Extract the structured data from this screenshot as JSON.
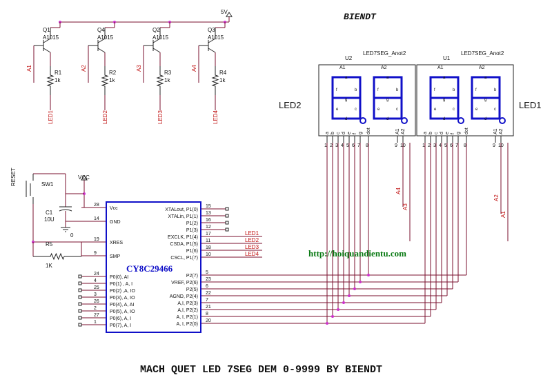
{
  "title_top": "BIENDT",
  "footer": "MACH QUET LED 7SEG DEM 0-9999 BY BIENDT",
  "website": "http://hoiquandientu.com",
  "supply": {
    "v5": "5V",
    "vcc": "VCC"
  },
  "transistors": [
    {
      "ref": "Q1",
      "part": "A1015",
      "net": "A1",
      "res": "R1",
      "val": "1k",
      "led": "LED1"
    },
    {
      "ref": "Q4",
      "part": "A1015",
      "net": "A2",
      "res": "R2",
      "val": "1k",
      "led": "LED2"
    },
    {
      "ref": "Q2",
      "part": "A1015",
      "net": "A3",
      "res": "R3",
      "val": "1k",
      "led": "LED3"
    },
    {
      "ref": "Q3",
      "part": "A1015",
      "net": "A4",
      "res": "R4",
      "val": "1k",
      "led": "LED4"
    }
  ],
  "displays": [
    {
      "ref": "U2",
      "part": "LED7SEG_Anot2",
      "name": "LED2",
      "anodes": [
        "A1",
        "A2"
      ]
    },
    {
      "ref": "U1",
      "part": "LED7SEG_Anot2",
      "name": "LED1",
      "anodes": [
        "A1",
        "A2"
      ]
    }
  ],
  "display_pins": [
    "a",
    "b",
    "c",
    "d",
    "e",
    "f",
    "g",
    "dot"
  ],
  "display_pin_nums": [
    "1",
    "2",
    "3",
    "4",
    "5",
    "6",
    "7",
    "8",
    "9",
    "10"
  ],
  "seg_labels": [
    "a",
    "b",
    "c",
    "d",
    "e",
    "f",
    "g"
  ],
  "vertical_nets": [
    "A4",
    "A3",
    "A2",
    "A1"
  ],
  "reset": {
    "label": "RESET",
    "sw": "SW1",
    "cap": "C1",
    "cap_val": "10U",
    "res": "R5",
    "res_val": "1K",
    "gnd": "0"
  },
  "mcu": {
    "name": "CY8C29466",
    "left": [
      {
        "num": "28",
        "name": "Vcc"
      },
      {
        "num": "14",
        "name": "GND"
      },
      {
        "num": "19",
        "name": "XRES"
      },
      {
        "num": "9",
        "name": "SMP"
      },
      {
        "num": "24",
        "name": "P0(0), AI"
      },
      {
        "num": "4",
        "name": "P0(1) , A, I"
      },
      {
        "num": "25",
        "name": "P0(2) ,A, IO"
      },
      {
        "num": "3",
        "name": "P0(3), A, IO"
      },
      {
        "num": "26",
        "name": "P0(4), A, AI"
      },
      {
        "num": "2",
        "name": "P0(5), A, IO"
      },
      {
        "num": "27",
        "name": "P0(6), A, I"
      },
      {
        "num": "1",
        "name": "P0(7), A, I"
      }
    ],
    "right": [
      {
        "num": "15",
        "name": "XTALout, P1(0)"
      },
      {
        "num": "13",
        "name": "XTALin, P1(1)"
      },
      {
        "num": "16",
        "name": "P1(2)"
      },
      {
        "num": "12",
        "name": "P1(3)"
      },
      {
        "num": "17",
        "name": "EXCLK, P1(4)",
        "net": "LED1"
      },
      {
        "num": "11",
        "name": "CSDA, P1(5)",
        "net": "LED2"
      },
      {
        "num": "18",
        "name": "P1(6)",
        "net": "LED3"
      },
      {
        "num": "10",
        "name": "CSCL, P1(7)",
        "net": "LED4"
      },
      {
        "num": "5",
        "name": "P2(7)"
      },
      {
        "num": "23",
        "name": "VREF, P2(6)"
      },
      {
        "num": "6",
        "name": "P2(5)"
      },
      {
        "num": "22",
        "name": "AGND, P2(4)"
      },
      {
        "num": "7",
        "name": "A,I, P2(3)"
      },
      {
        "num": "21",
        "name": "A,I, P2(2)"
      },
      {
        "num": "8",
        "name": "A, I, P2(1)"
      },
      {
        "num": "20",
        "name": "A, I, P2(0)"
      }
    ]
  },
  "colors": {
    "wire": "#7a0f2e",
    "part": "#1010c8",
    "text": "#111111",
    "net": "#c01010",
    "junction": "#cc33cc",
    "web": "#0a7a14"
  }
}
